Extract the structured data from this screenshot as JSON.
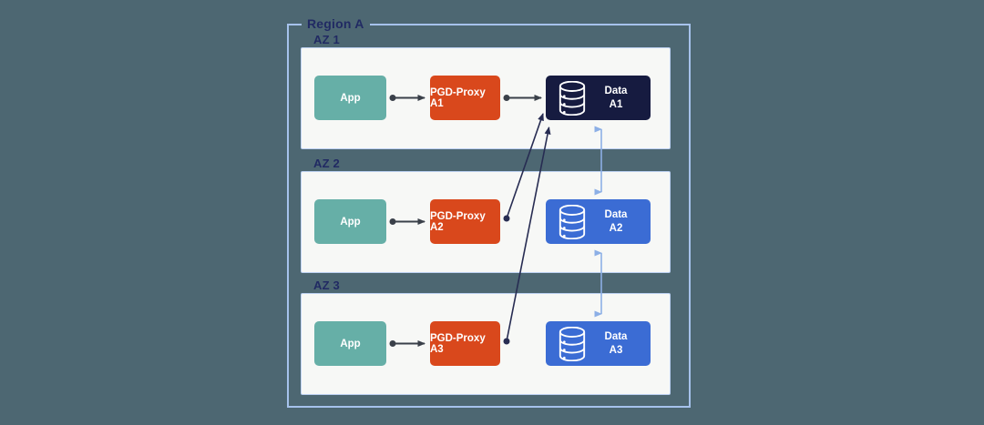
{
  "colors": {
    "background": "#4d6772",
    "region_border": "#a6c2ec",
    "label_text": "#212a63",
    "panel_bg": "#f7f8f6",
    "panel_border": "#bdd1f2",
    "app_box": "#66afa7",
    "proxy_box": "#d9481c",
    "data_primary": "#161b40",
    "data_replica": "#3b6cd4",
    "flow_arrow": "#3a4049",
    "route_arrow": "#272c52",
    "replication_arrow": "#8cafe6"
  },
  "region": {
    "label": "Region A",
    "zones": [
      {
        "label": "AZ 1",
        "app": {
          "label": "App"
        },
        "proxy": {
          "label": "PGD-Proxy A1"
        },
        "data": {
          "line1": "Data",
          "line2": "A1",
          "role": "primary",
          "icon": "database-icon"
        }
      },
      {
        "label": "AZ 2",
        "app": {
          "label": "App"
        },
        "proxy": {
          "label": "PGD-Proxy A2"
        },
        "data": {
          "line1": "Data",
          "line2": "A2",
          "role": "replica",
          "icon": "database-icon"
        }
      },
      {
        "label": "AZ 3",
        "app": {
          "label": "App"
        },
        "proxy": {
          "label": "PGD-Proxy A3"
        },
        "data": {
          "line1": "Data",
          "line2": "A3",
          "role": "replica",
          "icon": "database-icon"
        }
      }
    ]
  },
  "connections": [
    {
      "from": "App AZ 1",
      "to": "PGD-Proxy A1",
      "type": "flow",
      "bidirectional": false
    },
    {
      "from": "App AZ 2",
      "to": "PGD-Proxy A2",
      "type": "flow",
      "bidirectional": false
    },
    {
      "from": "App AZ 3",
      "to": "PGD-Proxy A3",
      "type": "flow",
      "bidirectional": false
    },
    {
      "from": "PGD-Proxy A1",
      "to": "Data A1",
      "type": "proxy-route",
      "bidirectional": false
    },
    {
      "from": "PGD-Proxy A2",
      "to": "Data A1",
      "type": "proxy-route",
      "bidirectional": false
    },
    {
      "from": "PGD-Proxy A3",
      "to": "Data A1",
      "type": "proxy-route",
      "bidirectional": false
    },
    {
      "from": "Data A1",
      "to": "Data A2",
      "type": "replication",
      "bidirectional": true
    },
    {
      "from": "Data A2",
      "to": "Data A3",
      "type": "replication",
      "bidirectional": true
    }
  ]
}
